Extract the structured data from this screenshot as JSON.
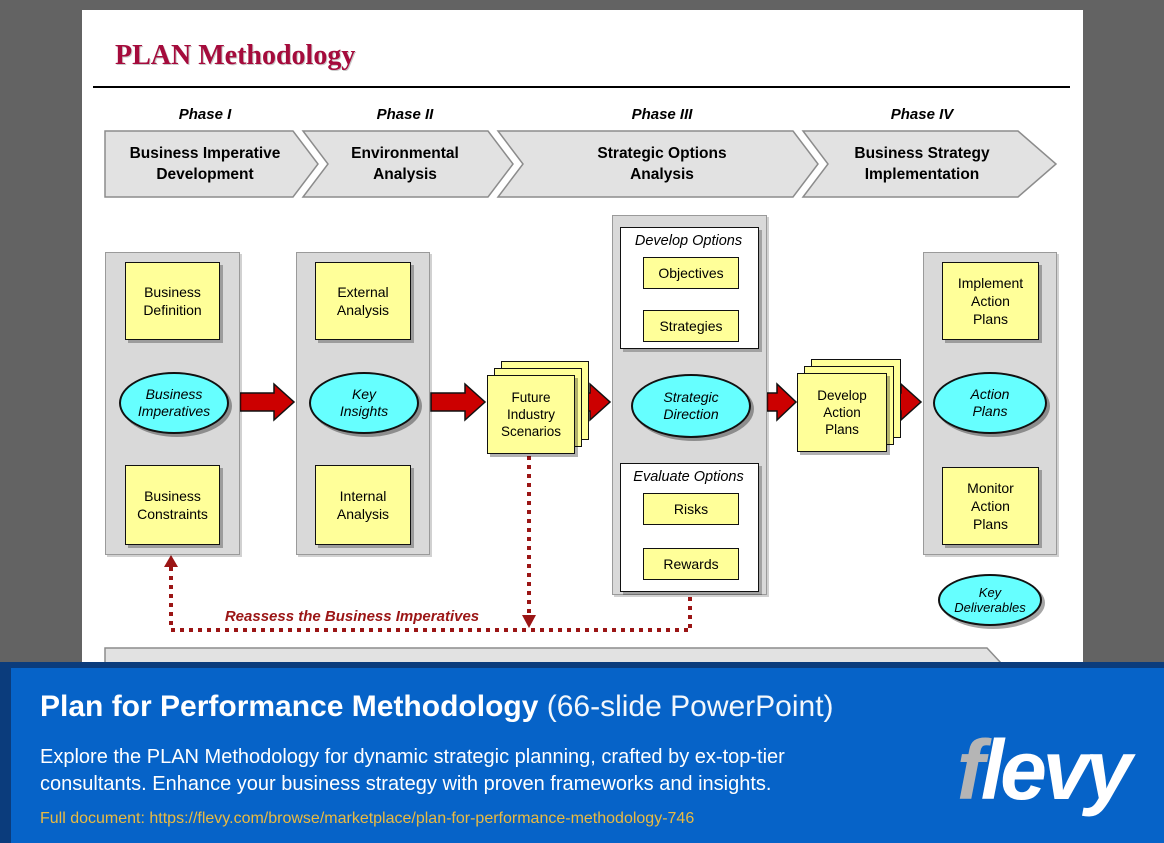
{
  "slide": {
    "title": "PLAN Methodology",
    "phases": [
      {
        "label": "Phase I",
        "title": "Business Imperative\nDevelopment"
      },
      {
        "label": "Phase II",
        "title": "Environmental\nAnalysis"
      },
      {
        "label": "Phase III",
        "title": "Strategic Options\nAnalysis"
      },
      {
        "label": "Phase IV",
        "title": "Business Strategy\nImplementation"
      }
    ],
    "col1": {
      "top": "Business\nDefinition",
      "ellipse": "Business\nImperatives",
      "bottom": "Business\nConstraints"
    },
    "col2": {
      "top": "External\nAnalysis",
      "ellipse": "Key\nInsights",
      "bottom": "Internal\nAnalysis"
    },
    "scenarios": "Future\nIndustry\nScenarios",
    "col3": {
      "develop_title": "Develop Options",
      "objectives": "Objectives",
      "strategies": "Strategies",
      "ellipse": "Strategic\nDirection",
      "evaluate_title": "Evaluate Options",
      "risks": "Risks",
      "rewards": "Rewards"
    },
    "action_plans_stack": "Develop\nAction\nPlans",
    "col4": {
      "top": "Implement\nAction\nPlans",
      "ellipse": "Action\nPlans",
      "bottom": "Monitor\nAction\nPlans"
    },
    "key_deliverables": "Key\nDeliverables",
    "reassess": "Reassess the Business Imperatives"
  },
  "footer": {
    "title_bold": "Plan for Performance Methodology",
    "title_suffix": " (66-slide PowerPoint)",
    "description": "Explore the PLAN Methodology for dynamic strategic planning, crafted by ex-top-tier consultants. Enhance your business strategy with proven frameworks and insights.",
    "full_document": "Full document: https://flevy.com/browse/marketplace/plan-for-performance-methodology-746",
    "logo_f": "f",
    "logo_rest": "levy"
  },
  "colors": {
    "slide_title_maroon": "#a50b3c",
    "box_yellow": "#ffff99",
    "ellipse_cyan": "#66ffff",
    "triangle_blue": "#3333cc",
    "arrow_red": "#cc0000",
    "dotted_dark_red": "#9b1515",
    "panel_gray": "#d9d9d9",
    "footer_blue": "#0663c8",
    "footer_navy": "#0b3c7c",
    "link_gold": "#eaba41",
    "outer_background": "#636363"
  }
}
